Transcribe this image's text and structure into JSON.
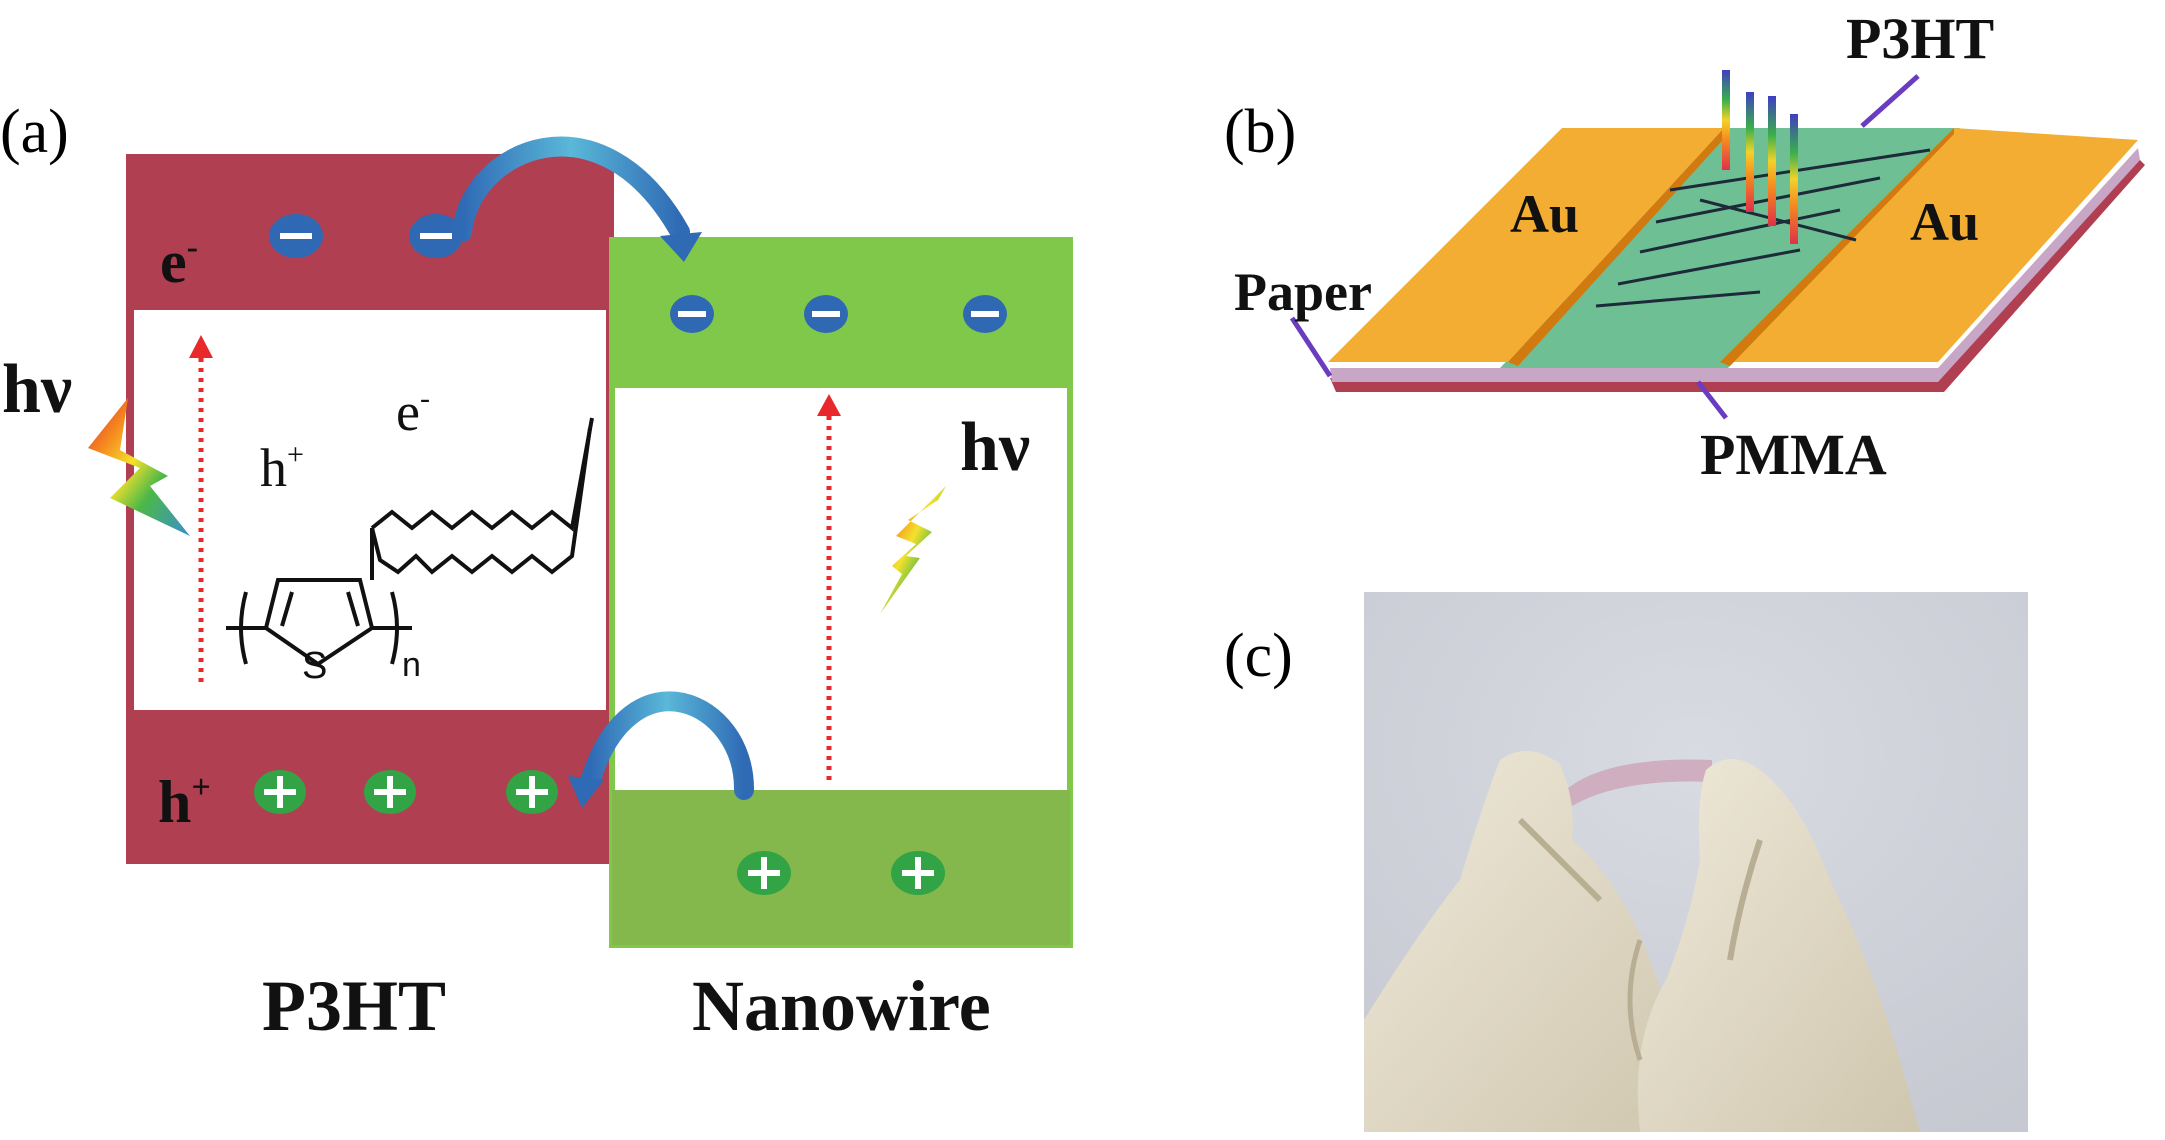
{
  "panel_a": {
    "label": "(a)",
    "electron_band_label": "e",
    "electron_band_sup": "-",
    "hole_band_label": "h",
    "hole_band_sup": "+",
    "hv_left": "hν",
    "hv_right": "hν",
    "inner_h": "h",
    "inner_h_sup": "+",
    "inner_e": "e",
    "inner_e_sup": "-",
    "thiophene_S": "S",
    "subscript_n": "n",
    "caption_left": "P3HT",
    "caption_right": "Nanowire",
    "colors": {
      "p3ht_band": "#b13f52",
      "nanowire_band_top": "#80c84a",
      "nanowire_band_bottom": "#84b84c",
      "electron_dot": "#2f69b3",
      "hole_dot": "#33a445",
      "arrow_dotted": "#e8282a"
    }
  },
  "panel_b": {
    "label": "(b)",
    "p3ht_label": "P3HT",
    "au_left": "Au",
    "au_right": "Au",
    "paper_label": "Paper",
    "pmma_label": "PMMA",
    "colors": {
      "gold": "#f2ad32",
      "channel": "#6fbf94",
      "pointer": "#6a3cc0",
      "substrate": "#b13f52"
    }
  },
  "panel_c": {
    "label": "(c)"
  }
}
